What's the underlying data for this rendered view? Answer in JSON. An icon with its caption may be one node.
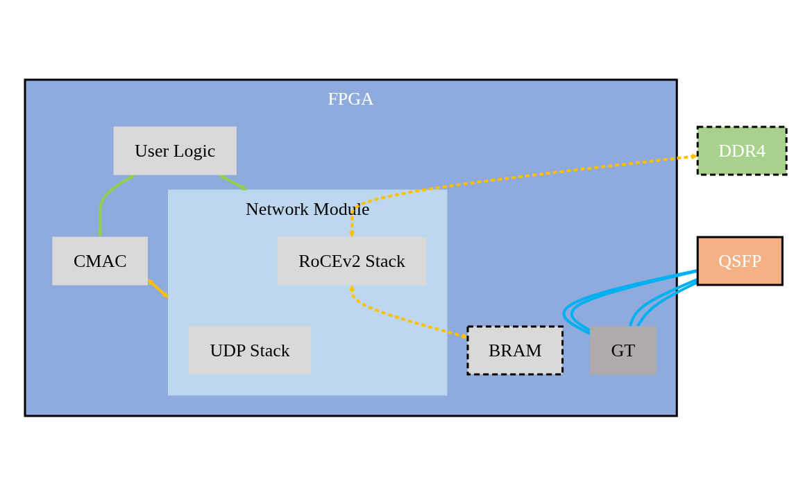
{
  "diagram": {
    "nodes": [
      {
        "text": [
          "FPGA"
        ]
      },
      {
        "text": [
          "User Logic"
        ],
        "in": 0
      },
      {
        "text": [
          "CMAC"
        ],
        "in": 0
      },
      {
        "text": [
          "GT"
        ],
        "in": 0
      },
      {
        "text": [
          "QSFP"
        ]
      },
      {
        "text": [
          "Network Module"
        ],
        "in": 0
      },
      {
        "text": [
          "UDP Stack"
        ],
        "in": 5
      },
      {
        "text": [
          "RoCEv2 Stack"
        ],
        "in": 5
      },
      {
        "text": [
          "DDR4"
        ]
      },
      {
        "text": [
          "BRAM"
        ],
        "in": 0
      }
    ],
    "edges": [
      {
        "from": 1,
        "to": 2,
        "arrow": "both",
        "color": "#92d050"
      },
      {
        "from": 1,
        "to": 5,
        "arrow": "both",
        "color": "#92d050"
      },
      {
        "from": 2,
        "to": 5,
        "arrow": "both",
        "color": "#ffc000"
      },
      {
        "from": 3,
        "to": 4,
        "arrow": "none",
        "color": "#00b0f0"
      },
      {
        "from": 3,
        "to": 4,
        "arrow": "none",
        "color": "#00b0f0"
      },
      {
        "from": 3,
        "to": 4,
        "arrow": "none",
        "color": "#00b0f0"
      },
      {
        "from": 3,
        "to": 4,
        "arrow": "none",
        "color": "#00b0f0"
      },
      {
        "from": 7,
        "to": 8,
        "arrow": "both",
        "style": "dashed",
        "color": "#ffc000"
      },
      {
        "from": 7,
        "to": 9,
        "arrow": "both",
        "style": "dashed",
        "color": "#ffc000"
      }
    ]
  }
}
